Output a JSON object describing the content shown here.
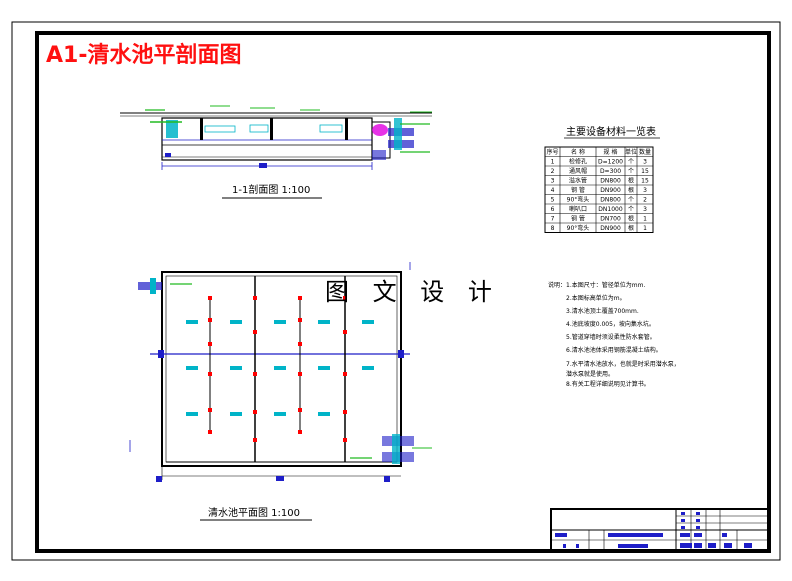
{
  "drawing": {
    "title": "A1-清水池平剖面图",
    "watermark": "图 文 设 计",
    "section_label": "1-1剖面图  1:100",
    "plan_label": "清水池平面图  1:100"
  },
  "equipment_table": {
    "title": "主要设备材料一览表",
    "headers": [
      "序号",
      "名 称",
      "规 格",
      "单位",
      "数量"
    ],
    "rows": [
      [
        "1",
        "检修孔",
        "D=1200",
        "个",
        "3"
      ],
      [
        "2",
        "通风帽",
        "D=300",
        "个",
        "15"
      ],
      [
        "3",
        "溢水管",
        "DN800",
        "根",
        "15"
      ],
      [
        "4",
        "钢 管",
        "DN900",
        "根",
        "3"
      ],
      [
        "5",
        "90°弯头",
        "DN800",
        "个",
        "2"
      ],
      [
        "6",
        "喇叭口",
        "DN1000",
        "个",
        "3"
      ],
      [
        "7",
        "钢 管",
        "DN700",
        "根",
        "1"
      ],
      [
        "8",
        "90°弯头",
        "DN900",
        "根",
        "1"
      ]
    ]
  },
  "notes": {
    "heading": "说明：",
    "items": [
      "1.本图尺寸：管径单位为mm.",
      "2.本图标高单位为m。",
      "3.清水池顶土覆盖700mm.",
      "4.池底坡度0.005，坡向集水坑。",
      "5.管道穿墙时须设柔性防水套管。",
      "6.清水池池体采用钢筋混凝土结构。",
      "7.水平清水池放水，也就是时采用潜水泵，",
      "   潜水泵就是使用。",
      "8.有关工程详细说明见计算书。"
    ]
  },
  "colors": {
    "frame": "#000000",
    "title": "#ff1010",
    "wall": "#1e1ec8",
    "dim": "#1e1ec8",
    "equipment": "#00b4c8",
    "annotation": "#22bb22",
    "marker": "#ff0000",
    "magenta": "#e000e0"
  }
}
